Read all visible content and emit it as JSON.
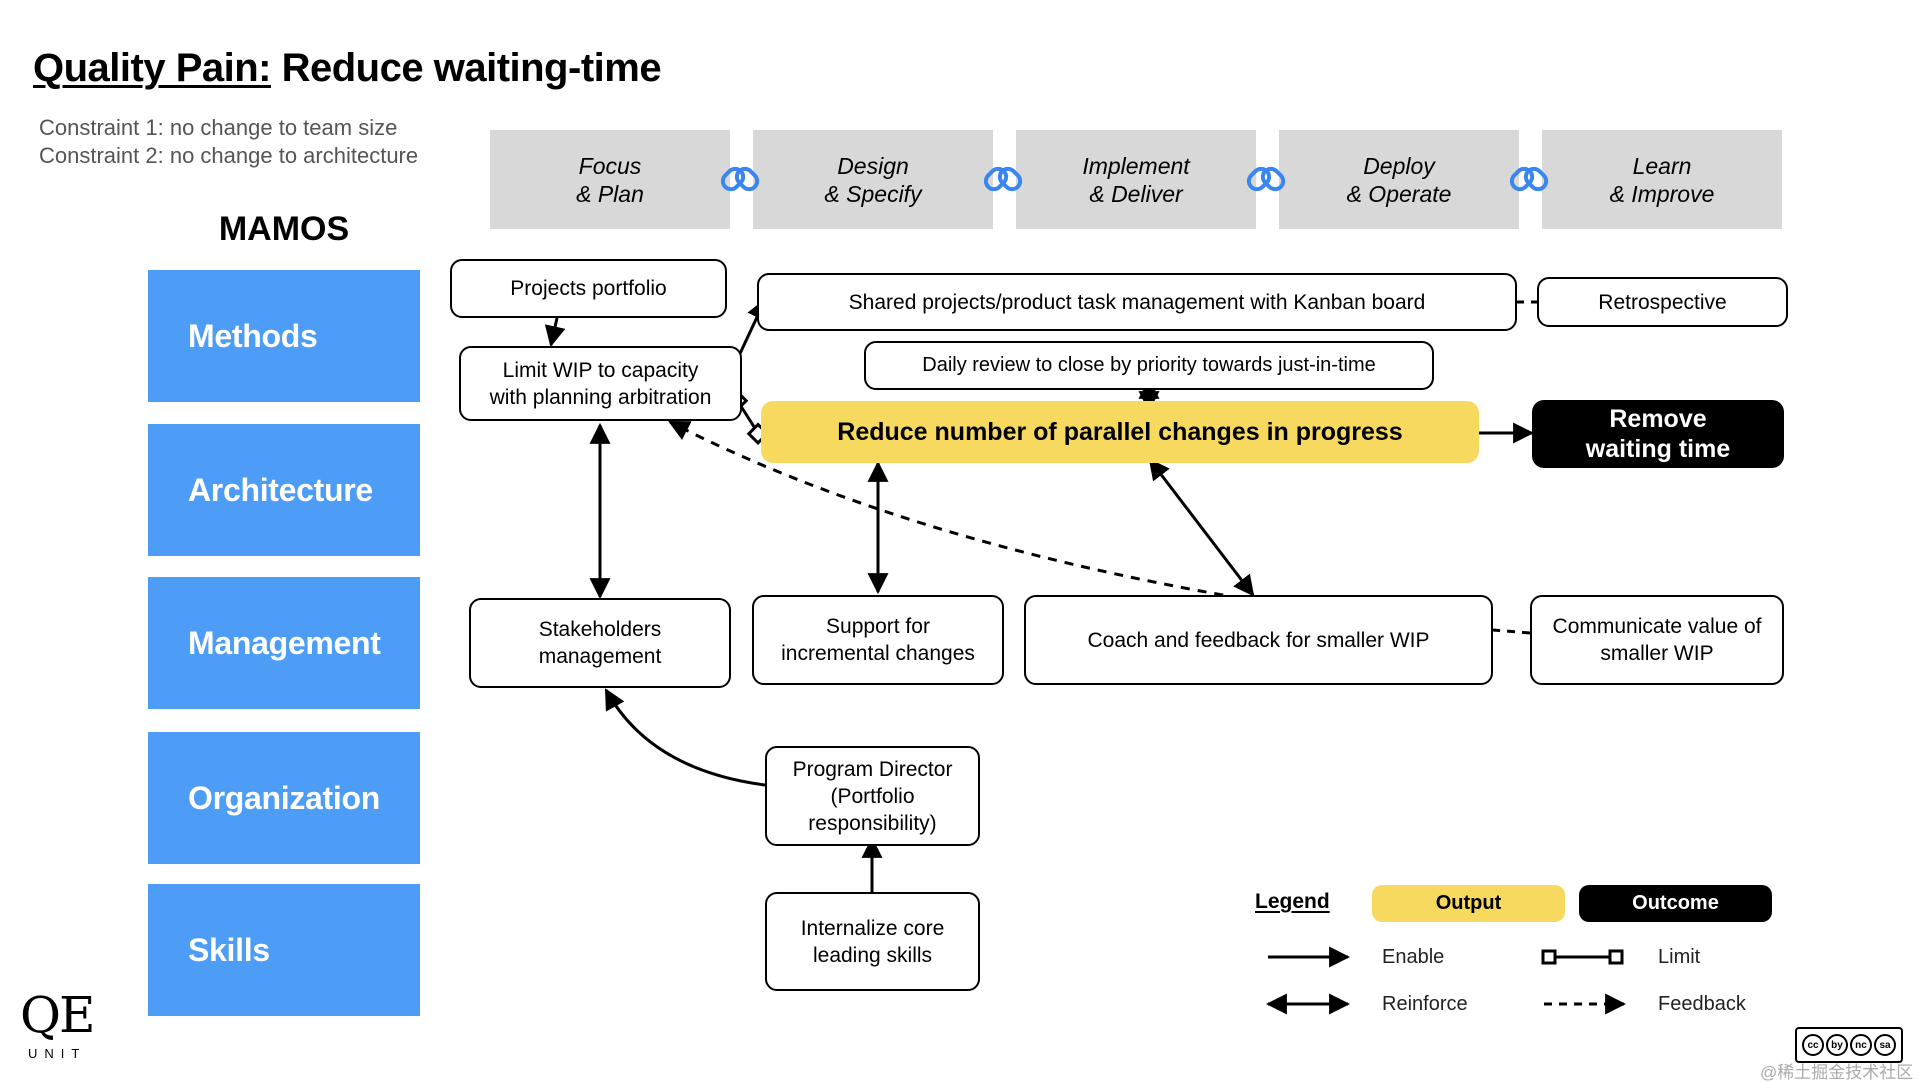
{
  "title": {
    "underlined": "Quality Pain:",
    "rest": " Reduce waiting-time"
  },
  "constraints": [
    "Constraint 1: no change to team size",
    "Constraint 2: no change to architecture"
  ],
  "mamos": {
    "title": "MAMOS",
    "items": [
      "Methods",
      "Architecture",
      "Management",
      "Organization",
      "Skills"
    ],
    "color": "#4d9cf6"
  },
  "phases": [
    {
      "line1": "Focus",
      "line2": "& Plan"
    },
    {
      "line1": "Design",
      "line2": "& Specify"
    },
    {
      "line1": "Implement",
      "line2": "& Deliver"
    },
    {
      "line1": "Deploy",
      "line2": "& Operate"
    },
    {
      "line1": "Learn",
      "line2": "& Improve"
    }
  ],
  "nodes": {
    "projects_portfolio": "Projects portfolio",
    "shared_kanban": "Shared projects/product task management with Kanban board",
    "retrospective": "Retrospective",
    "limit_wip_1": "Limit WIP to capacity",
    "limit_wip_2": "with planning arbitration",
    "daily_review": "Daily review to close by priority towards just-in-time",
    "reduce_parallel": "Reduce number of parallel changes in progress",
    "remove_waiting_1": "Remove",
    "remove_waiting_2": "waiting time",
    "stakeholders_1": "Stakeholders",
    "stakeholders_2": "management",
    "support_incremental_1": "Support for",
    "support_incremental_2": "incremental changes",
    "coach_feedback": "Coach and feedback for smaller WIP",
    "communicate_value_1": "Communicate value of",
    "communicate_value_2": "smaller WIP",
    "program_director_1": "Program Director",
    "program_director_2": "(Portfolio",
    "program_director_3": "responsibility)",
    "internalize_1": "Internalize core",
    "internalize_2": "leading skills"
  },
  "legend": {
    "title": "Legend",
    "output": "Output",
    "outcome": "Outcome",
    "enable": "Enable",
    "limit": "Limit",
    "reinforce": "Reinforce",
    "feedback": "Feedback"
  },
  "logo": {
    "main": "QE",
    "sub": "UNIT"
  },
  "license": {
    "icons": [
      "cc",
      "by",
      "nc",
      "sa"
    ]
  },
  "watermark": "@稀土掘金技术社区",
  "colors": {
    "output": "#f8d95f",
    "outcome": "#000000",
    "phase_bg": "#d8d8d8",
    "link_icon": "#3a86f0"
  }
}
